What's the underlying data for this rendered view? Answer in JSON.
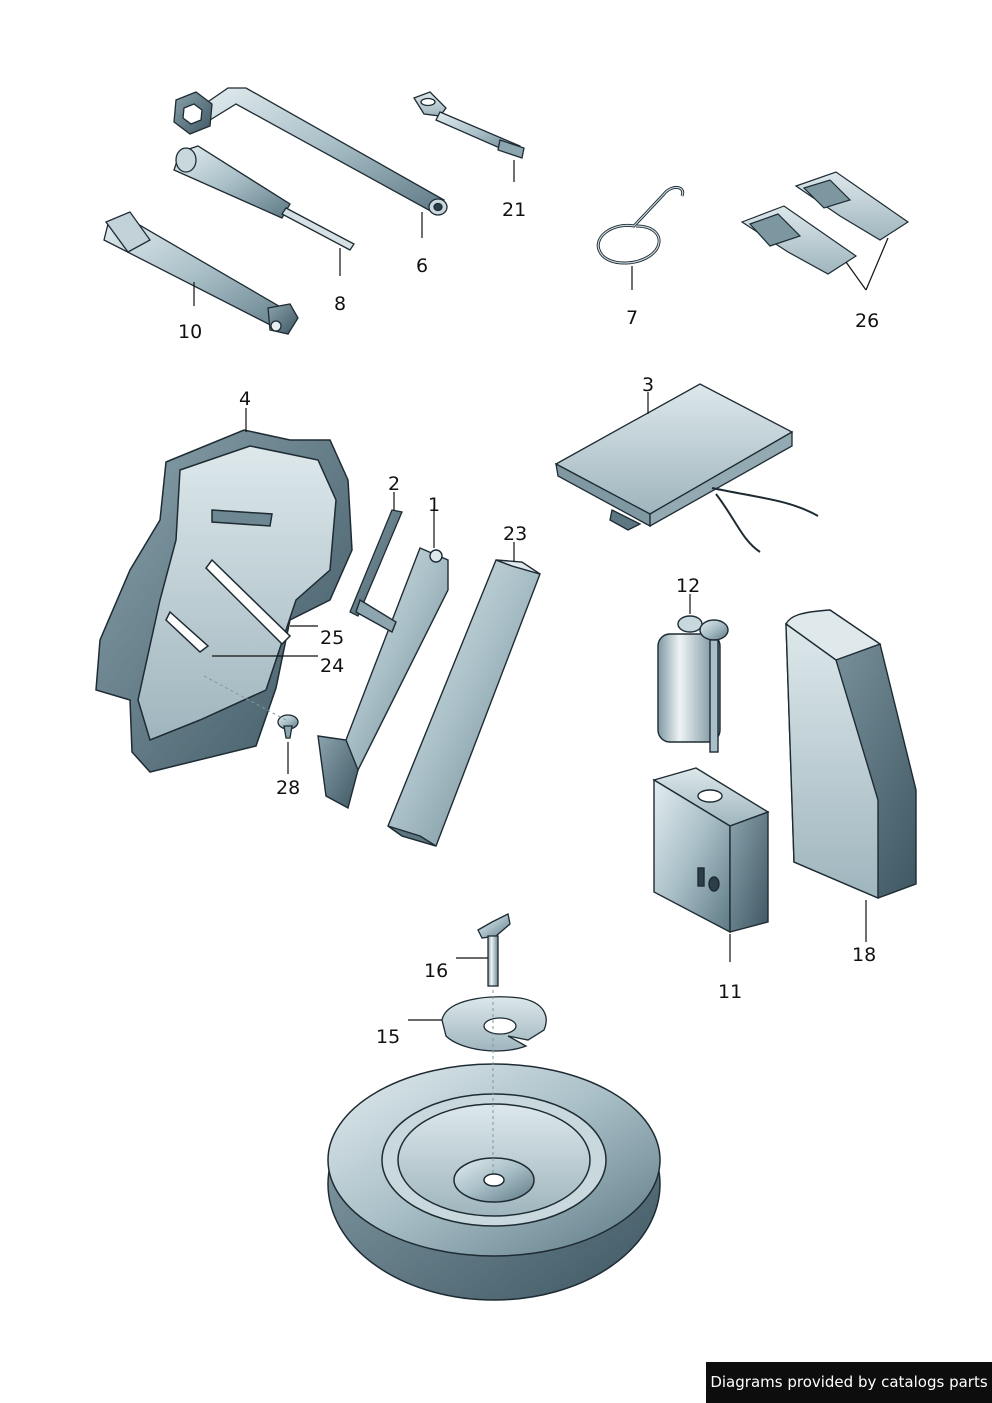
{
  "diagram": {
    "callouts": [
      {
        "id": "p21",
        "text": "21"
      },
      {
        "id": "p6",
        "text": "6"
      },
      {
        "id": "p8",
        "text": "8"
      },
      {
        "id": "p10",
        "text": "10"
      },
      {
        "id": "p7",
        "text": "7"
      },
      {
        "id": "p26",
        "text": "26"
      },
      {
        "id": "p3",
        "text": "3"
      },
      {
        "id": "p4",
        "text": "4"
      },
      {
        "id": "p2",
        "text": "2"
      },
      {
        "id": "p1",
        "text": "1"
      },
      {
        "id": "p23",
        "text": "23"
      },
      {
        "id": "p25",
        "text": "25"
      },
      {
        "id": "p24",
        "text": "24"
      },
      {
        "id": "p28",
        "text": "28"
      },
      {
        "id": "p12",
        "text": "12"
      },
      {
        "id": "p18",
        "text": "18"
      },
      {
        "id": "p11",
        "text": "11"
      },
      {
        "id": "p16",
        "text": "16"
      },
      {
        "id": "p15",
        "text": "15"
      }
    ]
  },
  "footer": {
    "credit": "Diagrams provided by catalogs parts"
  },
  "colors": {
    "part_fill": "#a9c0c8",
    "part_dark": "#5f7c88",
    "outline": "#1e2b33",
    "background": "#ffffff"
  }
}
